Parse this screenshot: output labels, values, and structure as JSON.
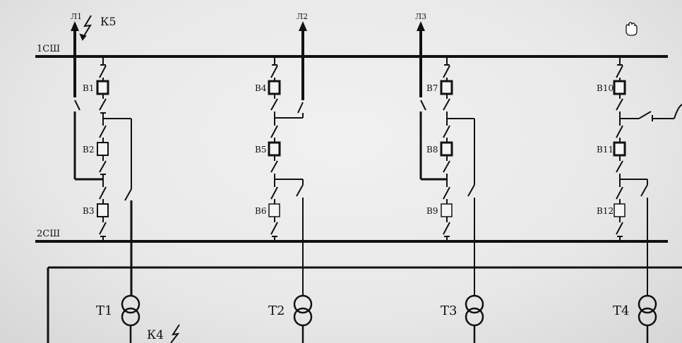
{
  "buses": {
    "top": "1СШ",
    "bottom": "2СШ"
  },
  "lines": [
    "Л1",
    "Л2",
    "Л3"
  ],
  "faults": {
    "k5": "К5",
    "k4": "К4"
  },
  "breakers": [
    "В1",
    "В2",
    "В3",
    "В4",
    "В5",
    "В6",
    "В7",
    "В8",
    "В9",
    "В10",
    "В11",
    "В12"
  ],
  "transformers": [
    "Т1",
    "Т2",
    "Т3",
    "Т4"
  ],
  "icons": {
    "cursor": "hand-cursor-icon"
  }
}
